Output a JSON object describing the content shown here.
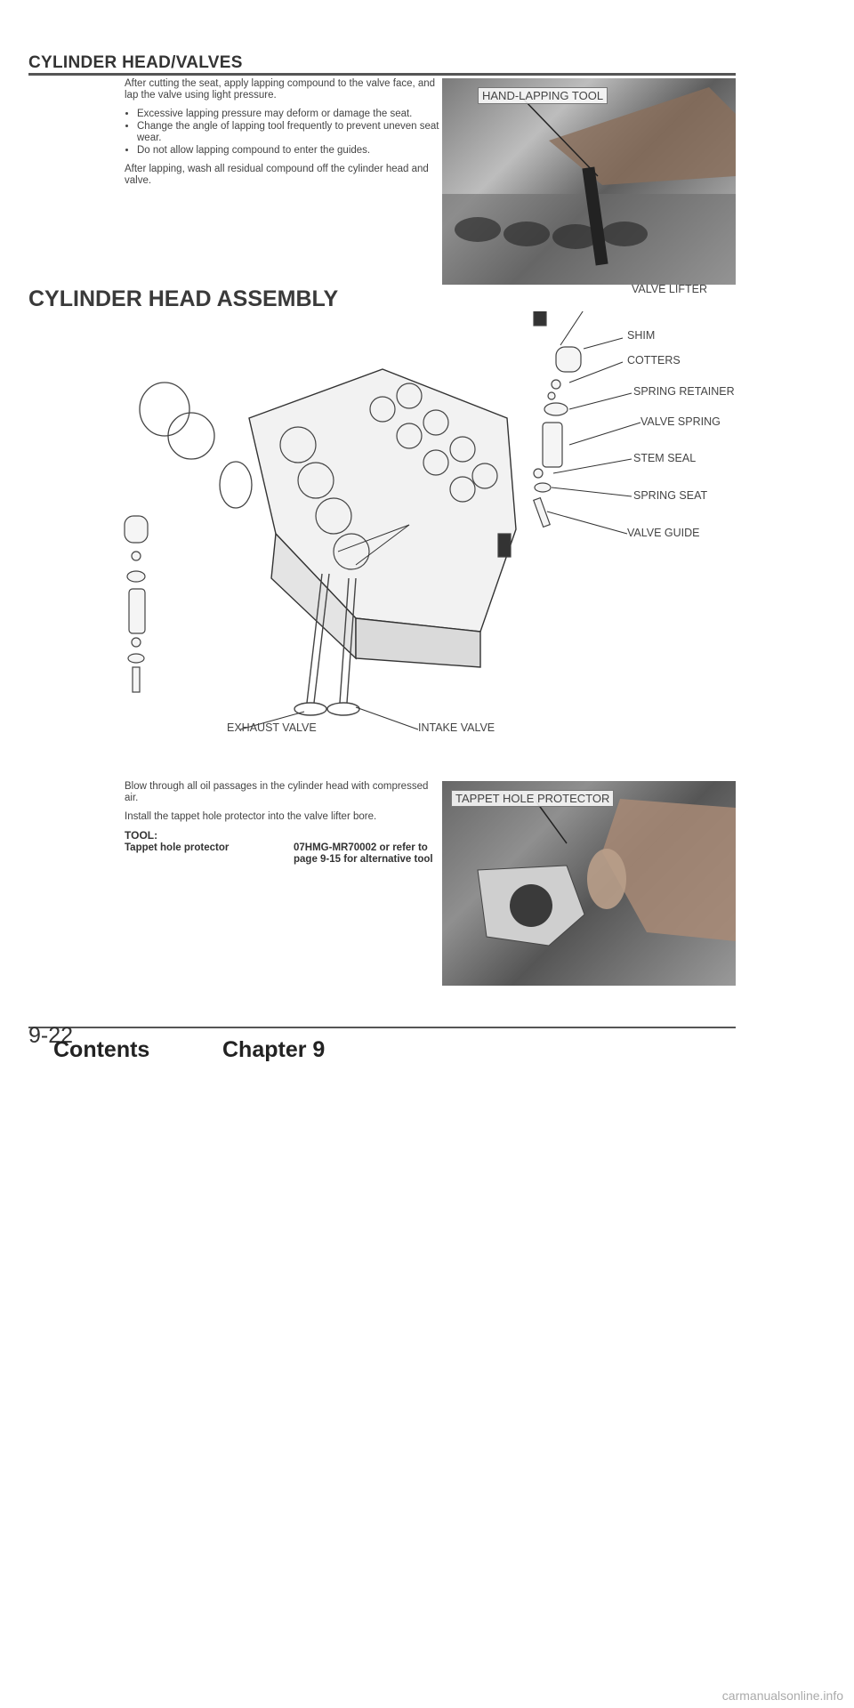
{
  "header": {
    "title": "CYLINDER HEAD/VALVES"
  },
  "lapping": {
    "intro": "After cutting the seat, apply lapping compound to the valve face, and lap the valve using light pressure.",
    "bullets": [
      "Excessive lapping pressure may deform or damage the seat.",
      "Change the angle of lapping tool frequently to prevent uneven seat wear.",
      "Do not allow lapping compound to enter the guides."
    ],
    "after": "After lapping, wash all residual compound off the cylinder head and valve.",
    "photo_label": "HAND-LAPPING TOOL"
  },
  "assembly": {
    "title": "CYLINDER HEAD ASSEMBLY",
    "labels": {
      "valve_lifter": "VALVE LIFTER",
      "shim": "SHIM",
      "cotters": "COTTERS",
      "spring_retainer": "SPRING RETAINER",
      "valve_spring": "VALVE SPRING",
      "stem_seal": "STEM SEAL",
      "spring_seat": "SPRING SEAT",
      "valve_guide": "VALVE GUIDE",
      "exhaust_valve": "EXHAUST VALVE",
      "intake_valve": "INTAKE VALVE"
    }
  },
  "tappet": {
    "p1": "Blow through all oil passages in the cylinder head with compressed air.",
    "p2": "Install the tappet hole protector into the valve lifter bore.",
    "tool_heading": "TOOL:",
    "tool_name": "Tappet hole protector",
    "tool_number": "07HMG-MR70002 or refer to page 9-15 for alternative tool",
    "photo_label": "TAPPET HOLE PROTECTOR"
  },
  "footer": {
    "page_number": "9-22",
    "contents_link": "Contents",
    "chapter_link": "Chapter 9"
  },
  "watermark": "carmanualsonline.info"
}
